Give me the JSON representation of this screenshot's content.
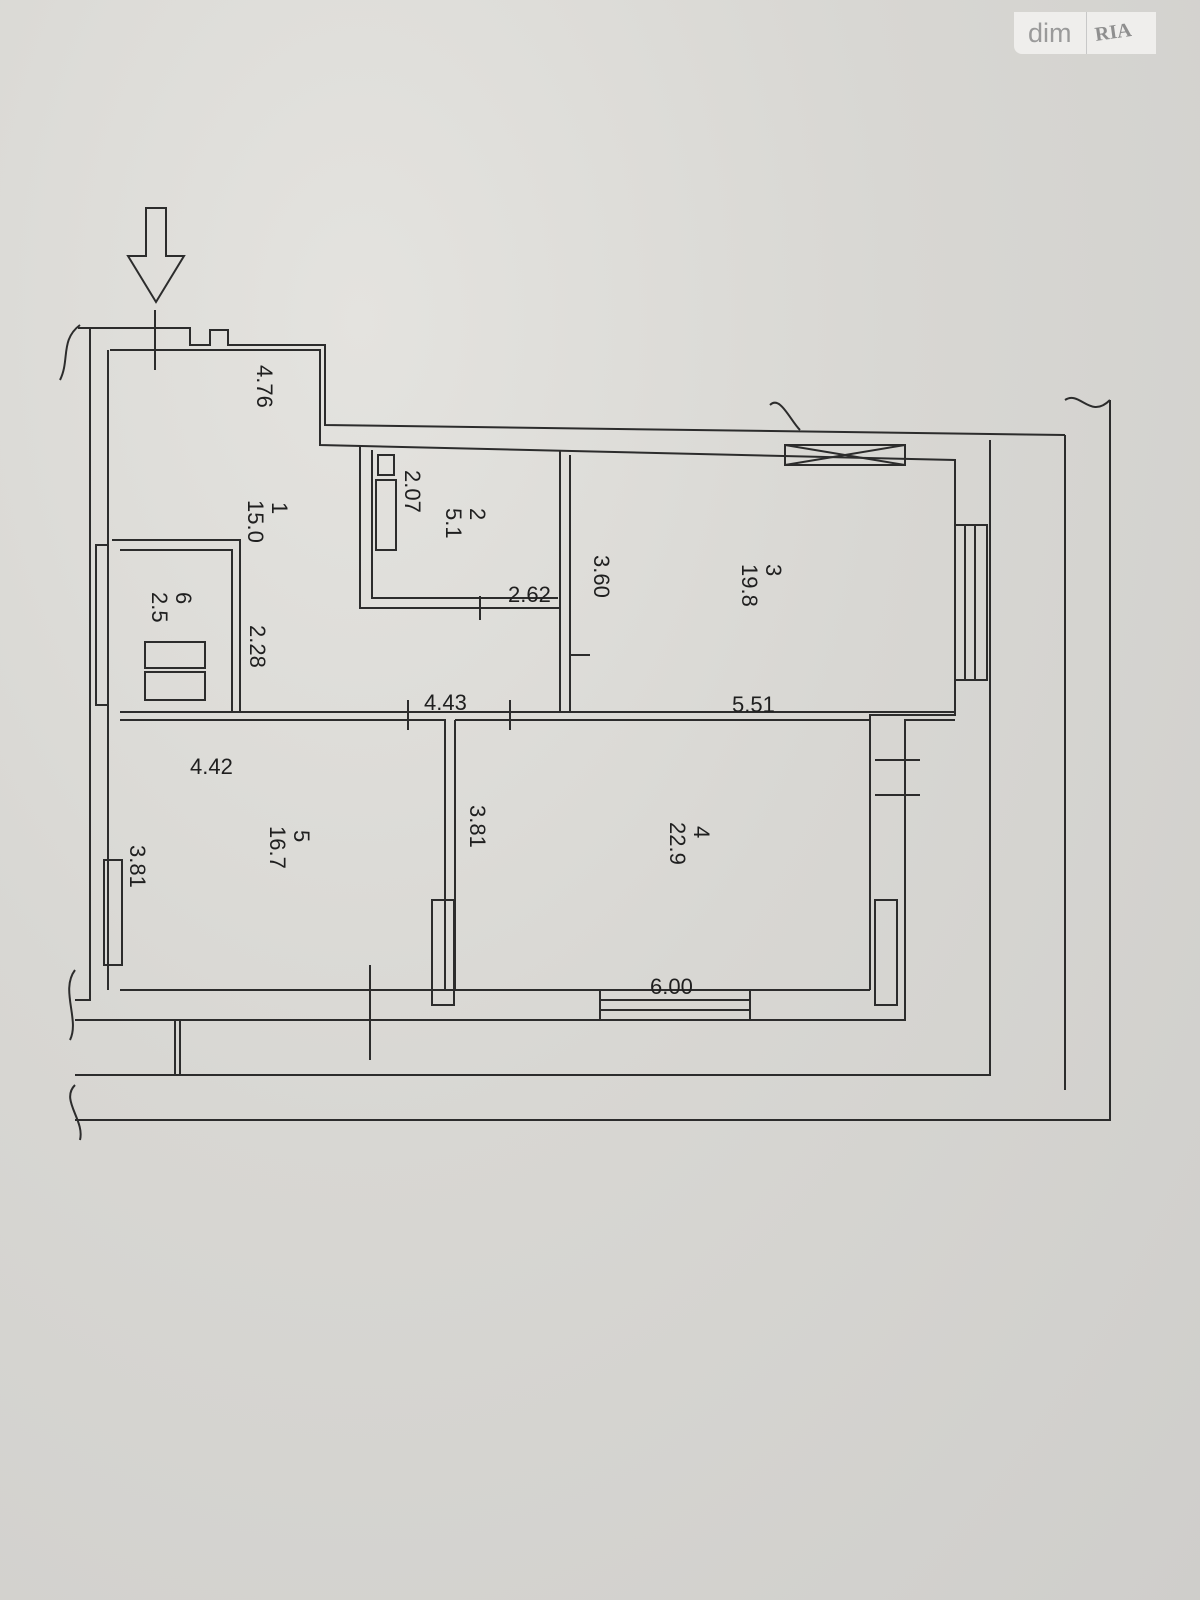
{
  "logo": {
    "brand": "dim",
    "brand2": "RIA"
  },
  "rooms": [
    {
      "number": "1",
      "area": "15.0"
    },
    {
      "number": "2",
      "area": "5.1"
    },
    {
      "number": "3",
      "area": "19.8"
    },
    {
      "number": "4",
      "area": "22.9"
    },
    {
      "number": "5",
      "area": "16.7"
    },
    {
      "number": "6",
      "area": "2.5"
    }
  ],
  "dimensions": {
    "room1_length": "4.76",
    "room2_width": "2.07",
    "room2_length": "2.62",
    "room3_width": "3.60",
    "room3_length": "5.51",
    "room6_width": "2.28",
    "corridor_length": "4.43",
    "room5_length": "4.42",
    "room5_width": "3.81",
    "room4_width": "3.81",
    "room4_length": "6.00"
  }
}
